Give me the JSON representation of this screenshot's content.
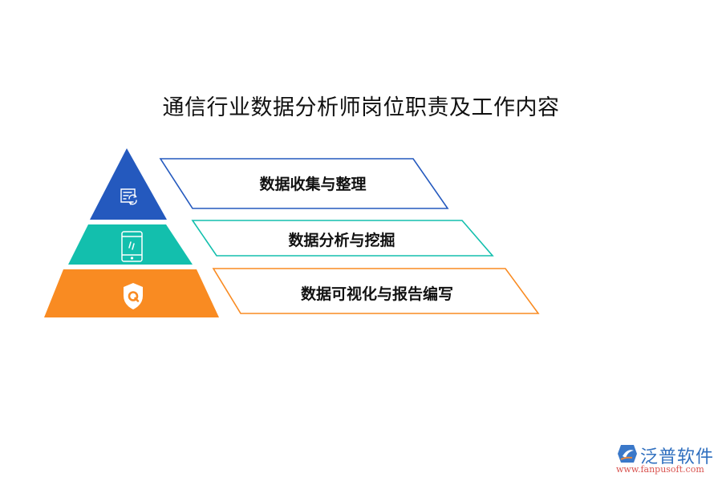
{
  "title": "通信行业数据分析师岗位职责及工作内容",
  "levels": [
    {
      "label": "数据收集与整理",
      "icon": "document-refresh-icon",
      "color": "#2459be"
    },
    {
      "label": "数据分析与挖掘",
      "icon": "tablet-icon",
      "color": "#13bfad"
    },
    {
      "label": "数据可视化与报告编写",
      "icon": "shield-q-icon",
      "color": "#f98b22"
    }
  ],
  "logo": {
    "name": "泛普软件",
    "url": "www.fanpusoft.com"
  },
  "colors": {
    "blue": "#2459be",
    "teal": "#13bfad",
    "orange": "#f98b22"
  }
}
